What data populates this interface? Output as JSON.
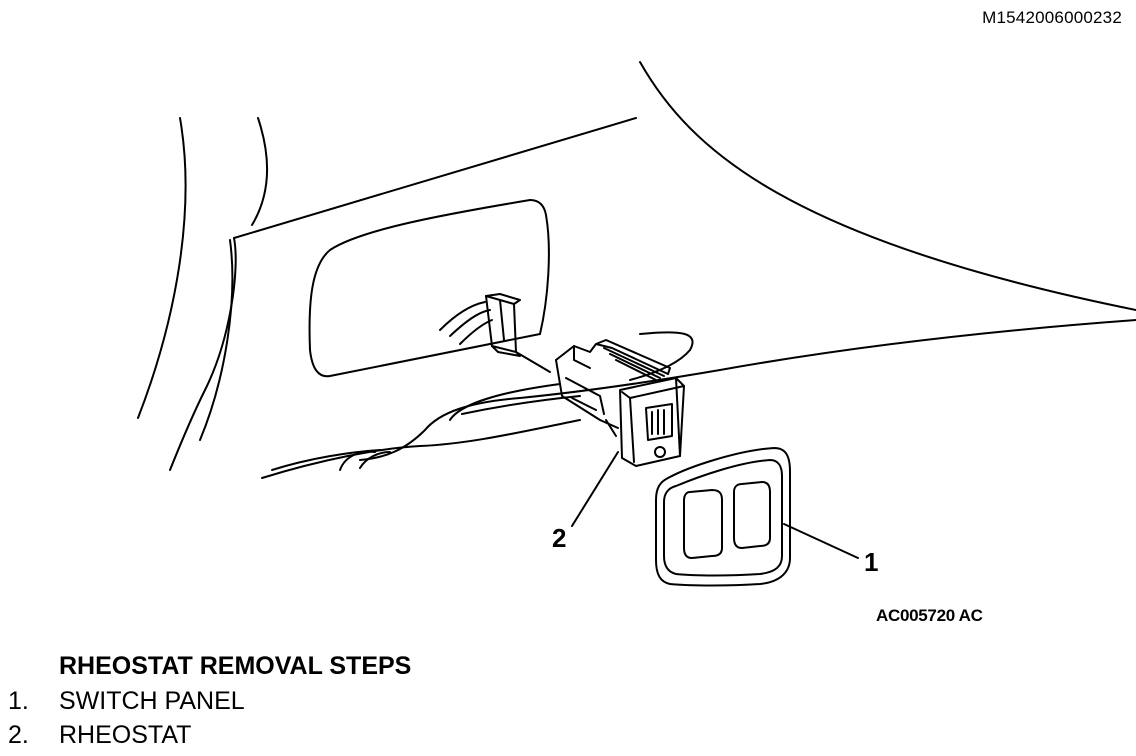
{
  "document_id": "M1542006000232",
  "figure_code": "AC005720 AC",
  "callouts": [
    {
      "number": "1",
      "part": "switch-panel"
    },
    {
      "number": "2",
      "part": "rheostat"
    }
  ],
  "steps": {
    "title": "RHEOSTAT REMOVAL STEPS",
    "items": [
      {
        "number": "1.",
        "label": "SWITCH PANEL"
      },
      {
        "number": "2.",
        "label": "RHEOSTAT"
      }
    ]
  }
}
